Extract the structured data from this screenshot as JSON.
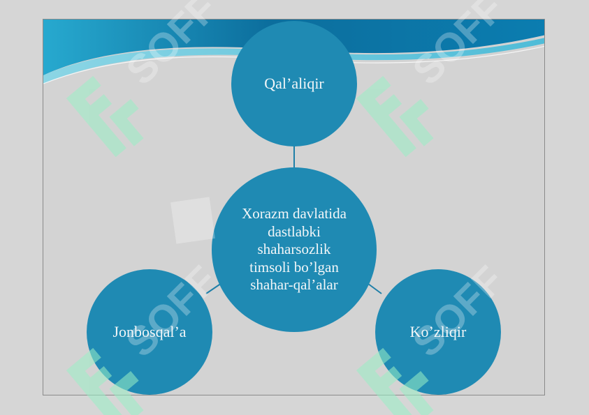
{
  "colors": {
    "node_fill": "#1f8ab3",
    "node_text": "#f2f6f8",
    "connector": "#1f7fa8",
    "slide_bg": "#d3d3d3",
    "wave_dark": "#0b6f9e",
    "wave_light": "#2bb6d6",
    "watermark": "#9af0c6"
  },
  "diagram": {
    "top_node": "Qal’aliqir",
    "center_node": "Xorazm davlatida dastlabki shaharsozlik timsoli bo’lgan shahar-qal’alar",
    "left_node": "Jonbosqal’a",
    "right_node": "Ko’zliqir"
  },
  "watermark": {
    "text": "SOFF",
    "icon": "soff-logo-icon"
  }
}
